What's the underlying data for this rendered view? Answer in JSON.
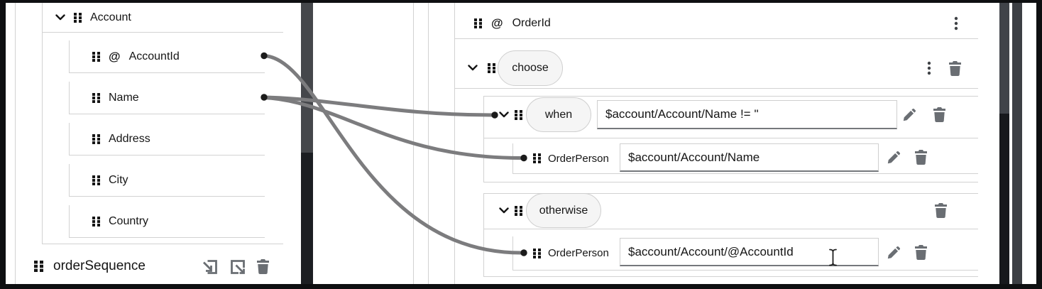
{
  "source_panel": {
    "root": {
      "label": "Account"
    },
    "fields": [
      {
        "attribute": "@",
        "label": "AccountId"
      },
      {
        "label": "Name"
      },
      {
        "label": "Address"
      },
      {
        "label": "City"
      },
      {
        "label": "Country"
      }
    ],
    "document": {
      "label": "orderSequence"
    }
  },
  "target_panel": {
    "order_id": {
      "attribute": "@",
      "label": "OrderId"
    },
    "choose": {
      "label": "choose"
    },
    "when": {
      "label": "when",
      "condition": "$account/Account/Name != ''",
      "order_person": {
        "label": "OrderPerson",
        "value": "$account/Account/Name"
      }
    },
    "otherwise": {
      "label": "otherwise",
      "order_person": {
        "label": "OrderPerson",
        "value": "$account/Account/@AccountId"
      }
    }
  },
  "connections": [
    {
      "source": "Account/Name",
      "target": "choose/when condition"
    },
    {
      "source": "Account/Name",
      "target": "choose/when/OrderPerson"
    },
    {
      "source": "Account/@AccountId",
      "target": "choose/otherwise/OrderPerson"
    }
  ],
  "icons": {
    "chevron_down": "v-chevron",
    "drag_handle": "grip-dots-2x3",
    "attribute_symbol": "@",
    "kebab": "vertical-ellipsis",
    "trash": "trash-can",
    "pencil": "edit-pencil",
    "attach_schema": "arrow-into-box",
    "detach_schema": "arrow-out-of-box",
    "text_cursor": "i-beam"
  },
  "colors": {
    "background": "#ffffff",
    "border": "#d2d2d2",
    "text": "#151515",
    "icon_gray": "#6a6e73",
    "connector": "#7c7c7e",
    "endpoint_dot": "#1b1b1b",
    "pill_bg": "#f5f5f5",
    "scrollbar_thumb": "#45474b",
    "scrollbar_track": "#1c1e22",
    "side_bar": "#3c3f44",
    "frame": "#0e0f11"
  }
}
